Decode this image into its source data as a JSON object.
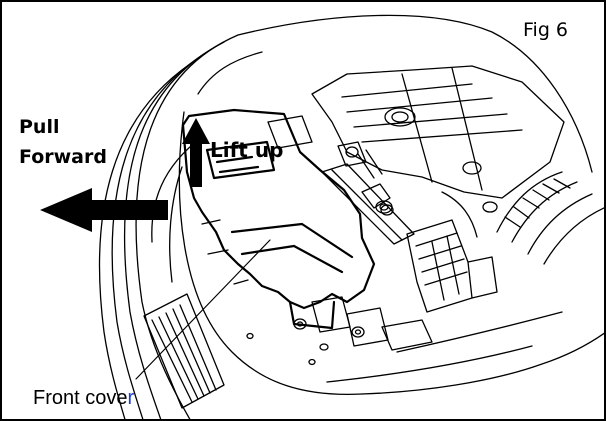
{
  "figure": {
    "number_label": "Fig 6",
    "pull_forward_label": [
      "Pull",
      "Forward"
    ],
    "lift_up_label": "Lift up",
    "front_cover_label": {
      "main": "Front cove",
      "last_char": "r",
      "last_char_color": "#1e3fd0"
    },
    "colors": {
      "line": "#000000",
      "background": "#ffffff"
    }
  }
}
